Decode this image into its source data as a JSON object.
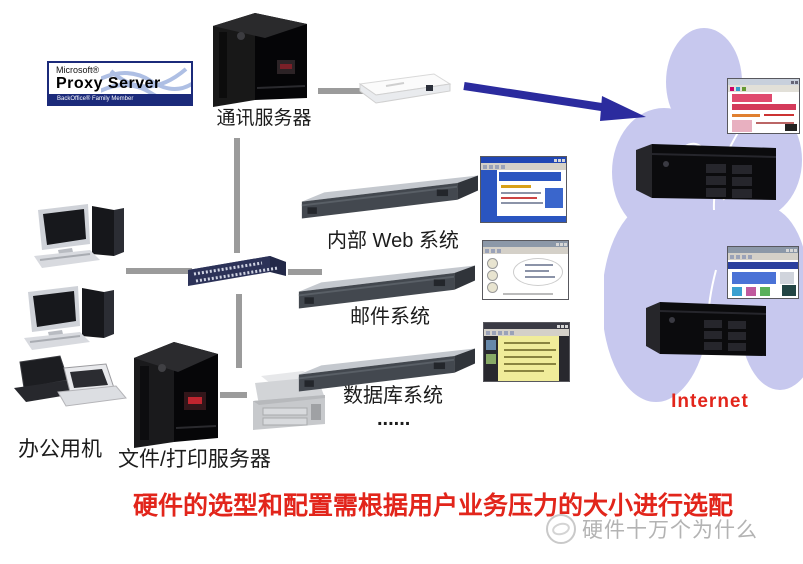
{
  "proxy_logo": {
    "brand": "Microsoft®",
    "product": "Proxy Server",
    "family": "BackOffice® Family Member"
  },
  "labels": {
    "comm_server": "通讯服务器",
    "internal_web": "内部 Web 系统",
    "mail": "邮件系统",
    "database": "数据库系统",
    "more": "......",
    "office_machines": "办公用机",
    "file_print_server": "文件/打印服务器",
    "internet": "Internet"
  },
  "headline": "硬件的选型和配置需根据用户业务压力的大小进行选配",
  "watermark": "硬件十万个为什么",
  "colors": {
    "headline_red": "#e2251b",
    "internet_red": "#e2251b",
    "cloud_purple": "#c7c8ee",
    "arrow_blue": "#2b2b9e",
    "connector_gray": "#9b9b9b"
  }
}
